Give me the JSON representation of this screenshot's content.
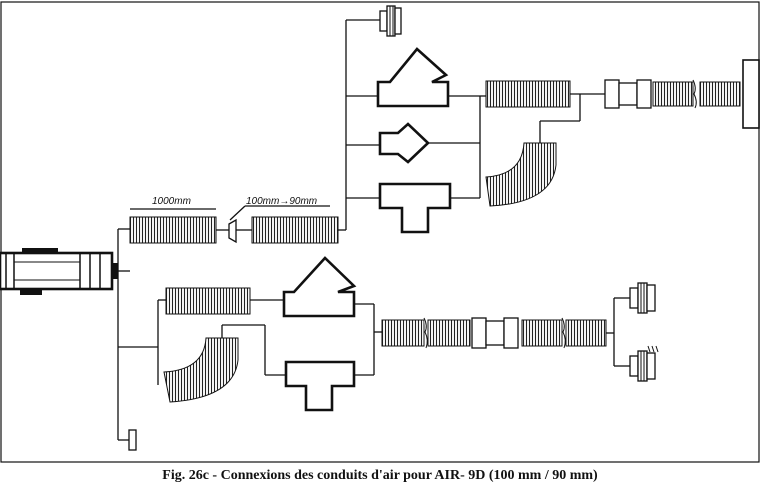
{
  "diagram": {
    "labels": {
      "length": "1000mm",
      "reducer": "100mm→90mm"
    },
    "caption": "Fig. 26c - Connexions des conduits d'air pour AIR- 9D (100 mm / 90 mm)",
    "icons": [
      "heater-unit-icon",
      "duct-icon",
      "reducer-icon",
      "vent-outlet-icon",
      "y-piece-icon",
      "t-piece-icon",
      "elbow-icon",
      "connector-icon"
    ]
  }
}
